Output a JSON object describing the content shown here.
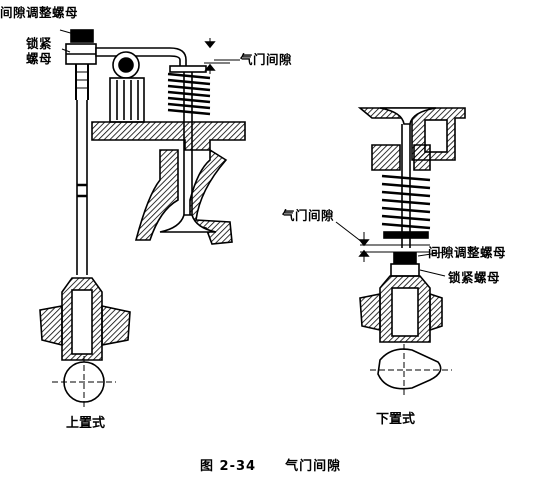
{
  "labels": {
    "upper_adjust_nut": "间隙调整螺母",
    "upper_lock_nut": "锁紧\n螺母",
    "upper_valve_clearance": "气门间隙",
    "lower_valve_clearance": "气门间隙",
    "lower_adjust_nut": "间隙调整螺母",
    "lower_lock_nut": "锁紧螺母"
  },
  "subtitles": {
    "overhead": "上置式",
    "lower": "下置式"
  },
  "caption": {
    "number": "图 2-34",
    "title": "气门间隙"
  },
  "colors": {
    "ink": "#000000",
    "paper": "#ffffff"
  }
}
